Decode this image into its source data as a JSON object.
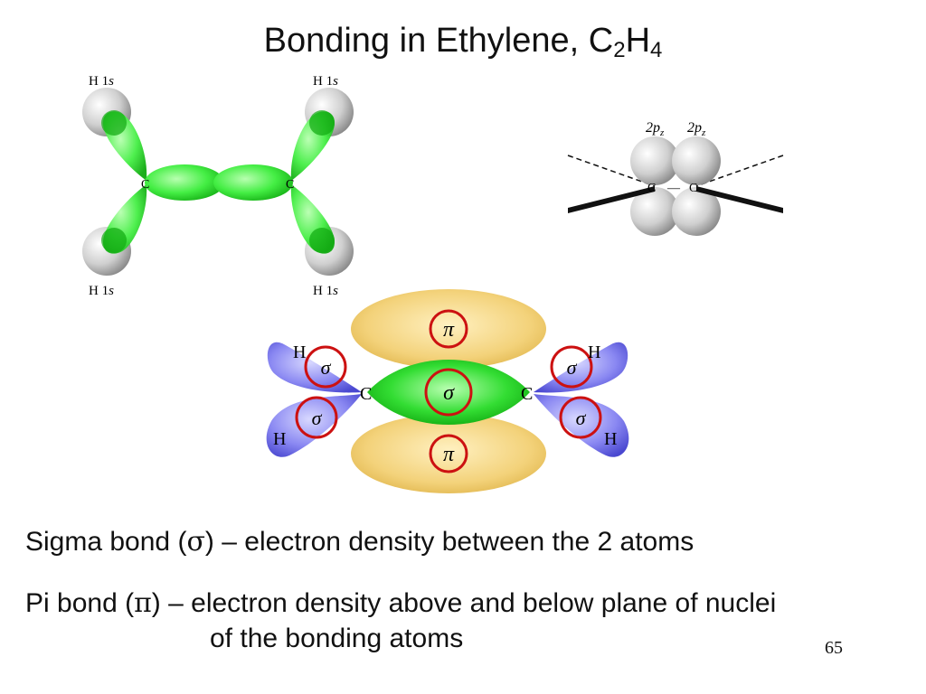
{
  "title": {
    "main": "Bonding in Ethylene, C",
    "sub1": "2",
    "mid": "H",
    "sub2": "4"
  },
  "sigma_diagram": {
    "h_top_left": "H  1",
    "h_top_right": "H  1",
    "h_bottom_left": "H  1",
    "h_bottom_right": "H  1",
    "s_italic": "s",
    "carbon_left": "C",
    "carbon_right": "C"
  },
  "p_diagram": {
    "label_left": "2p",
    "label_right": "2p",
    "z_sub": "z",
    "carbon_left": "C",
    "carbon_right": "C",
    "bond_dash": "—"
  },
  "bond_diagram": {
    "h_top_left": "H",
    "h_bottom_left": "H",
    "h_top_right": "H",
    "h_bottom_right": "H",
    "carbon_left": "C",
    "carbon_right": "C",
    "sigma": "σ",
    "pi": "π"
  },
  "colors": {
    "green_orbital": "#33dd33",
    "gray_sphere": "#cfcfcf",
    "blue_orbital": "#7a78ee",
    "orange_pi": "#f3d27a",
    "red_circle": "#cc1111"
  },
  "text": {
    "sigma_line_a": "Sigma bond (",
    "sigma_sym": "σ",
    "sigma_line_b": ") – electron density between the 2 atoms",
    "pi_line_a": "Pi bond (",
    "pi_sym": "π",
    "pi_line_b": ") – electron density above and below plane of nuclei",
    "pi_line_c": "of the bonding atoms"
  },
  "page_number": "65"
}
